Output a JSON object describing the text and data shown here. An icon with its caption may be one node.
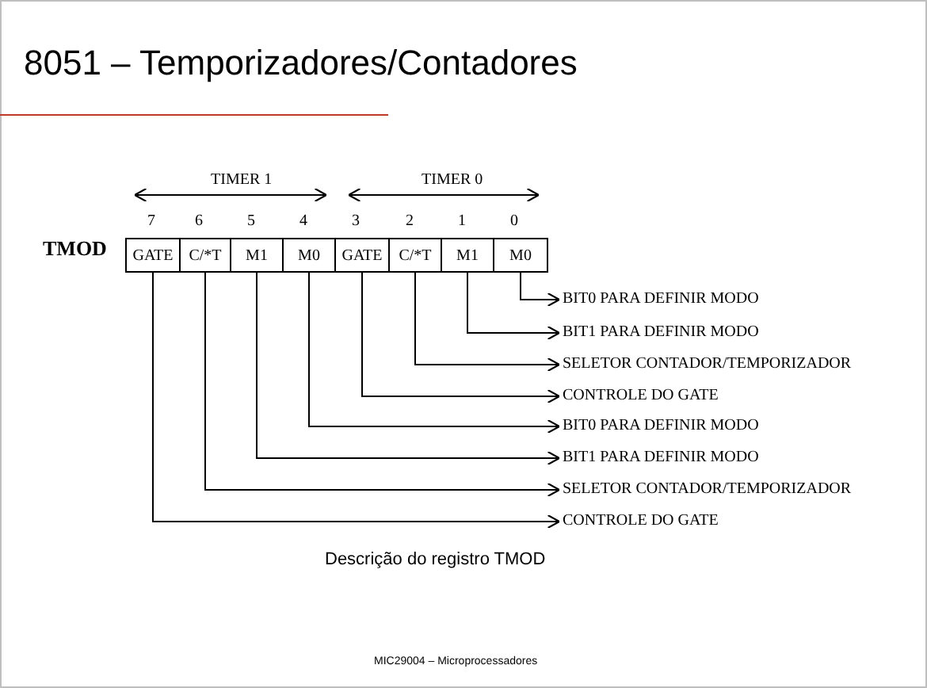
{
  "diagram": {
    "title": "8051 – Temporizadores/Contadores",
    "caption": "Descrição do registro TMOD",
    "nodes": [
      {
        "text": [
          "GATE"
        ]
      },
      {
        "text": [
          "C/*T"
        ]
      },
      {
        "text": [
          "M1"
        ]
      },
      {
        "text": [
          "M0"
        ]
      },
      {
        "text": [
          "GATE"
        ]
      },
      {
        "text": [
          "C/*T"
        ]
      },
      {
        "text": [
          "M1"
        ]
      },
      {
        "text": [
          "M0"
        ]
      },
      {
        "text": [
          "BIT0 PARA DEFINIR MODO"
        ]
      },
      {
        "text": [
          "BIT1 PARA DEFINIR MODO"
        ]
      },
      {
        "text": [
          "SELETOR CONTADOR/TEMPORIZADOR"
        ]
      },
      {
        "text": [
          "CONTROLE DO GATE"
        ]
      },
      {
        "text": [
          "BIT0 PARA DEFINIR MODO"
        ]
      },
      {
        "text": [
          "BIT1 PARA DEFINIR MODO"
        ]
      },
      {
        "text": [
          "SELETOR CONTADOR/TEMPORIZADOR"
        ]
      },
      {
        "text": [
          "CONTROLE DO GATE"
        ]
      }
    ],
    "edges": [
      {
        "from": 7,
        "to": 8,
        "arrow": "to"
      },
      {
        "from": 6,
        "to": 9,
        "arrow": "to"
      },
      {
        "from": 5,
        "to": 10,
        "arrow": "to"
      },
      {
        "from": 4,
        "to": 11,
        "arrow": "to"
      },
      {
        "from": 3,
        "to": 12,
        "arrow": "to"
      },
      {
        "from": 2,
        "to": 13,
        "arrow": "to"
      },
      {
        "from": 1,
        "to": 14,
        "arrow": "to"
      },
      {
        "from": 0,
        "to": 15,
        "arrow": "to"
      }
    ],
    "labels": [
      "TIMER 1",
      "TIMER 0",
      "7",
      "6",
      "5",
      "4",
      "3",
      "2",
      "1",
      "0",
      "TMOD",
      "MIC29004 – Microprocessadores"
    ]
  }
}
